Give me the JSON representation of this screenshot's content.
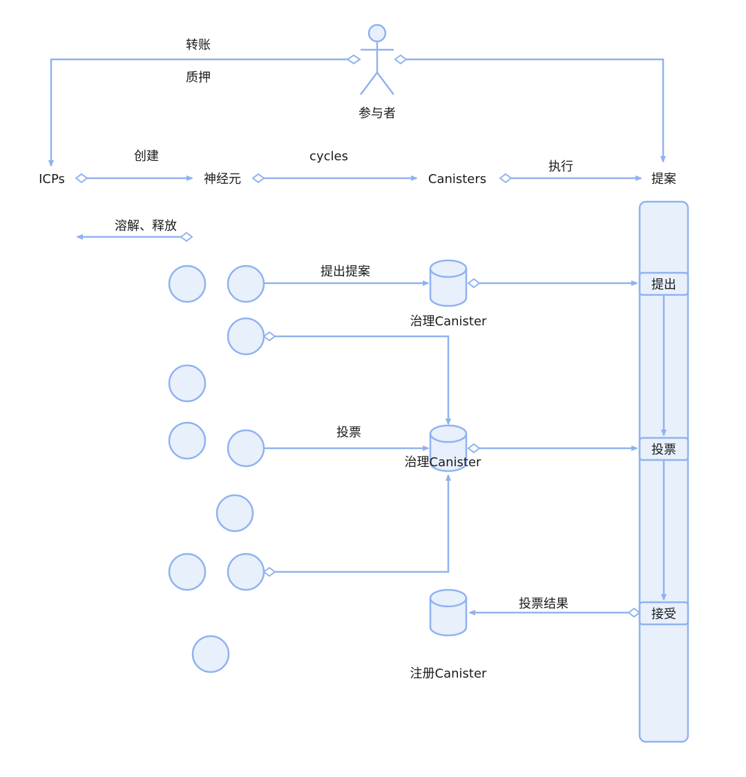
{
  "actor": {
    "label": "参与者"
  },
  "top_flow": {
    "label_transfer": "转账",
    "label_stake": "质押",
    "nodes": {
      "icps": "ICPs",
      "neurons": "神经元",
      "canisters": "Canisters",
      "proposal": "提案"
    },
    "edges": {
      "create": "创建",
      "cycles": "cycles",
      "execute": "执行"
    }
  },
  "dissolve": {
    "label": "溶解、释放"
  },
  "governance": {
    "submit_label": "提出提案",
    "vote_label": "投票",
    "result_label": "投票结果",
    "canister_1": "治理Canister",
    "canister_2": "治理Canister",
    "registry": "注册Canister"
  },
  "proposal_lane": {
    "submit": "提出",
    "vote": "投票",
    "accept": "接受"
  },
  "colors": {
    "stroke": "#8fb2f0",
    "fill": "#e8f0fc",
    "text": "#1a1a1a"
  }
}
